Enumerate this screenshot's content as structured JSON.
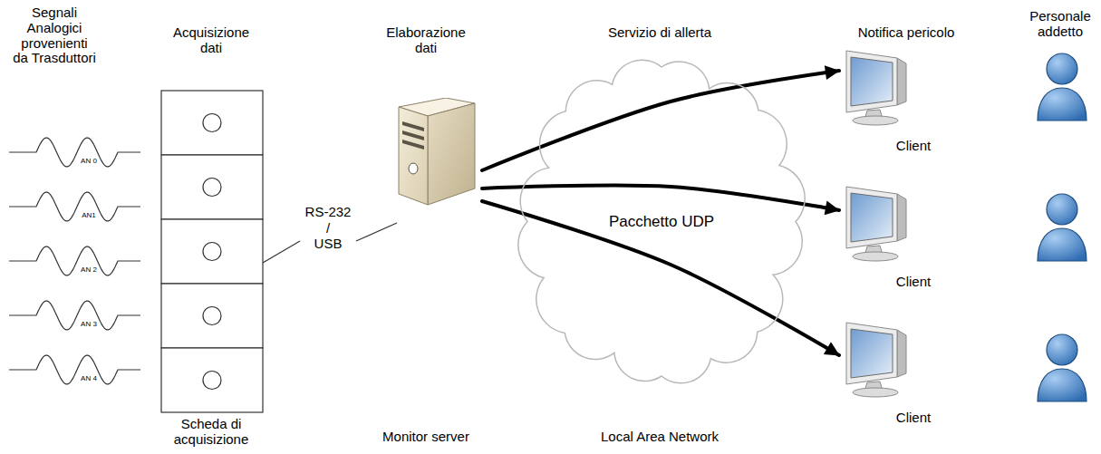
{
  "diagram": {
    "nodes": [
      {
        "text": []
      },
      {
        "text": [
          "Pacchetto UDP"
        ]
      },
      {
        "text": [
          "Client"
        ]
      },
      {
        "text": [
          "Client"
        ]
      },
      {
        "text": [
          "Client"
        ]
      }
    ],
    "edges": [
      {
        "from": 0,
        "to": 2,
        "arrow": "to"
      },
      {
        "from": 0,
        "to": 3,
        "arrow": "to"
      },
      {
        "from": 0,
        "to": 4,
        "arrow": "to"
      }
    ],
    "labels": [
      "Segnali Analogici provenienti da Trasduttori",
      "Acquisizione dati",
      "Elaborazione dati",
      "Servizio di allerta",
      "Notifica pericolo",
      "Personale addetto",
      "AN 0",
      "AN1",
      "AN 2",
      "AN 3",
      "AN 4",
      "RS-232",
      "/",
      "USB",
      "Scheda di acquisizione",
      "Monitor server",
      "Local Area Network"
    ]
  }
}
